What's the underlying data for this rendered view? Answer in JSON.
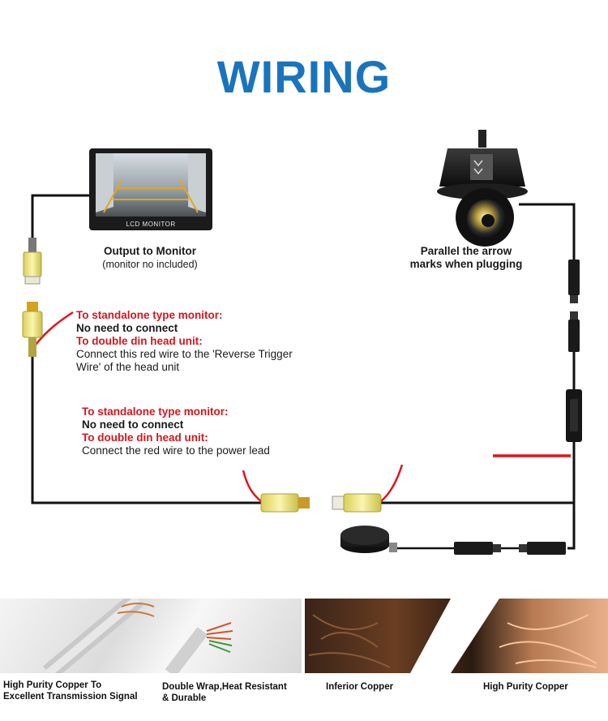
{
  "title": "WIRING",
  "monitor": {
    "screen_label": "LCD MONITOR",
    "caption_line1": "Output to Monitor",
    "caption_line2": "(monitor no included)"
  },
  "camera": {
    "caption_line1": "Parallel the arrow",
    "caption_line2": "marks when plugging"
  },
  "note_trigger": {
    "standalone_heading": "To standalone type monitor:",
    "standalone_text": "No need to connect",
    "double_din_heading": "To double din head unit:",
    "double_din_text_line1": "Connect this red wire to the 'Reverse Trigger",
    "double_din_text_line2": "Wire' of the head unit"
  },
  "note_power": {
    "standalone_heading": "To standalone type monitor:",
    "standalone_text": "No need to connect",
    "double_din_heading": "To double din head unit:",
    "double_din_text": "Connect the red wire to the power lead"
  },
  "captions": {
    "cap1_line1": "High Purity Copper To",
    "cap1_line2": "Excellent Transmission Signal",
    "cap2_line1": "Double Wrap,Heat Resistant",
    "cap2_line2": "& Durable",
    "cap3": "Inferior Copper",
    "cap4": "High Purity Copper"
  },
  "colors": {
    "title_blue": "#1a74bd",
    "warning_red": "#d4161d",
    "wire_black": "#111111",
    "wire_red": "#e0141c",
    "rca_yellow": "#f3e98a"
  }
}
